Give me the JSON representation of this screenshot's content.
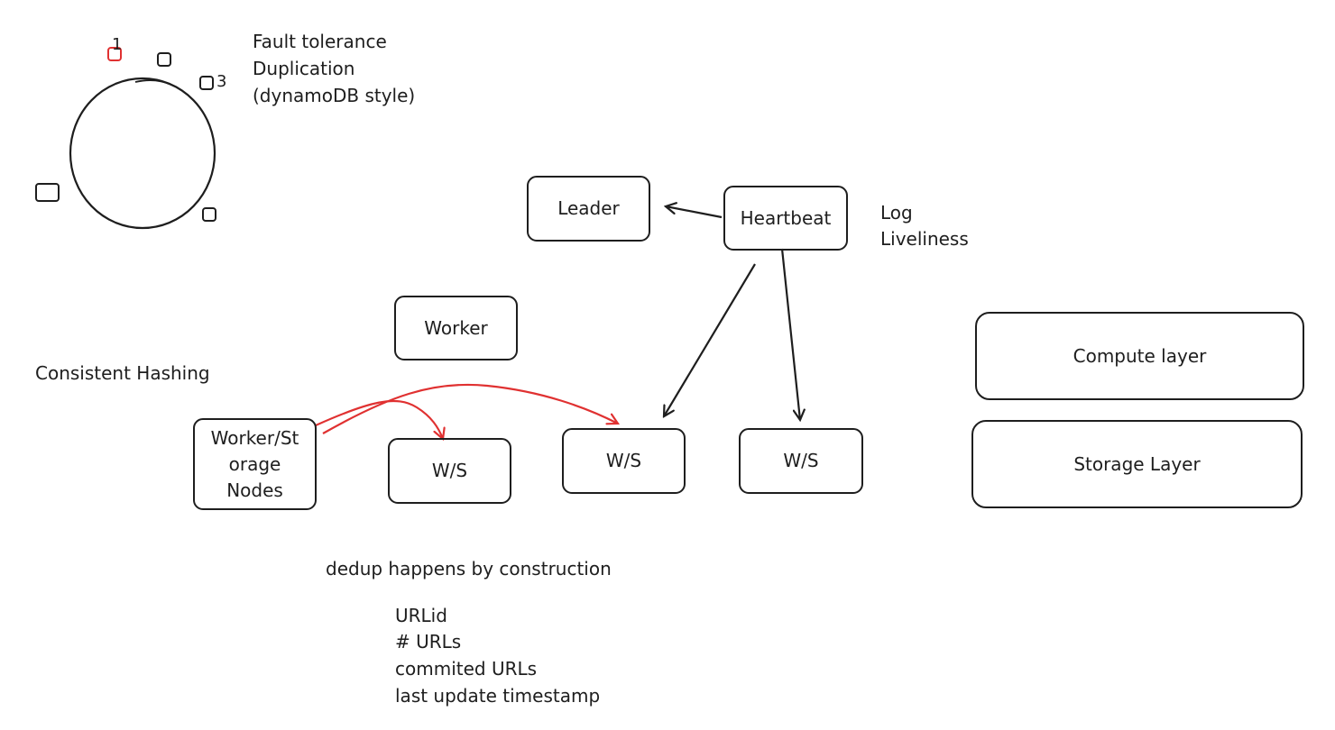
{
  "colors": {
    "ink": "#1e1e1e",
    "accent": "#e03131",
    "background": "#ffffff"
  },
  "ring": {
    "title_lines": [
      "Fault tolerance",
      "Duplication",
      "(dynamoDB style)"
    ],
    "node_labels": [
      "1",
      "3"
    ]
  },
  "consistent_hashing_label": "Consistent Hashing",
  "boxes": {
    "leader": "Leader",
    "heartbeat": "Heartbeat",
    "worker": "Worker",
    "worker_storage_lines": [
      "Worker/St",
      "orage",
      "Nodes"
    ],
    "ws_1": "W/S",
    "ws_2": "W/S",
    "ws_3": "W/S",
    "compute_layer": "Compute layer",
    "storage_layer": "Storage Layer"
  },
  "heartbeat_note_lines": [
    "Log",
    "Liveliness"
  ],
  "dedup_note": "dedup happens by construction",
  "fields": [
    "URLid",
    "# URLs",
    "commited URLs",
    "last update timestamp"
  ]
}
